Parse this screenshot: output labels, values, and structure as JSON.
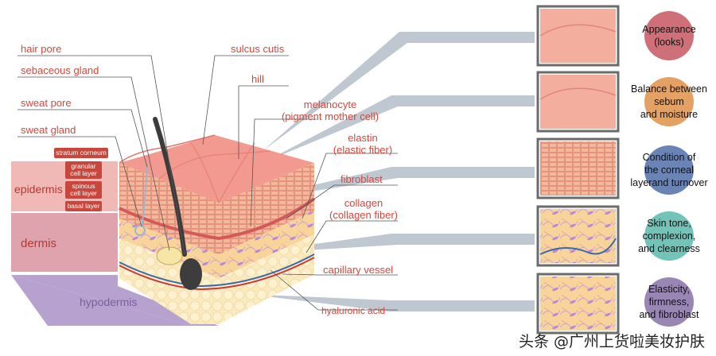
{
  "labels": {
    "hair_pore": "hair pore",
    "sebaceous_gland": "sebaceous gland",
    "sweat_pore": "sweat pore",
    "sweat_gland": "sweat gland",
    "sulcus_cutis": "sulcus cutis",
    "hill": "hill",
    "melanocyte_1": "melanocyte",
    "melanocyte_2": "(pigment mother cell)",
    "elastin_1": "elastin",
    "elastin_2": "(elastic fiber)",
    "fibroblast": "fibroblast",
    "collagen_1": "collagen",
    "collagen_2": "(collagen fiber)",
    "capillary_vessel": "capillary vessel",
    "hyaluronic_acid": "hyaluronic acid"
  },
  "epidermis_tags": {
    "stratum_corneum": "stratum corneum",
    "granular_1": "granular",
    "granular_2": "cell layer",
    "spinous_1": "spinous",
    "spinous_2": "cell layer",
    "basal": "basal layer"
  },
  "layers": {
    "epidermis": "epidermis",
    "dermis": "dermis",
    "hypodermis": "hypodermis"
  },
  "benefits": [
    {
      "lines": [
        "Appearance",
        "(looks)"
      ],
      "color": "#cf6f77"
    },
    {
      "lines": [
        "Balance between",
        "sebum",
        "and moisture"
      ],
      "color": "#e3a264"
    },
    {
      "lines": [
        "Condition of",
        "the corneal",
        "layerand turnover"
      ],
      "color": "#6b84b6"
    },
    {
      "lines": [
        "Skin tone,",
        "complexion,",
        "and clearness"
      ],
      "color": "#73c3b8"
    },
    {
      "lines": [
        "Elasticity,",
        "firmness,",
        "and fibroblast"
      ],
      "color": "#9a86b4"
    }
  ],
  "watermark": "头条 @广州上货啦美妆护肤"
}
